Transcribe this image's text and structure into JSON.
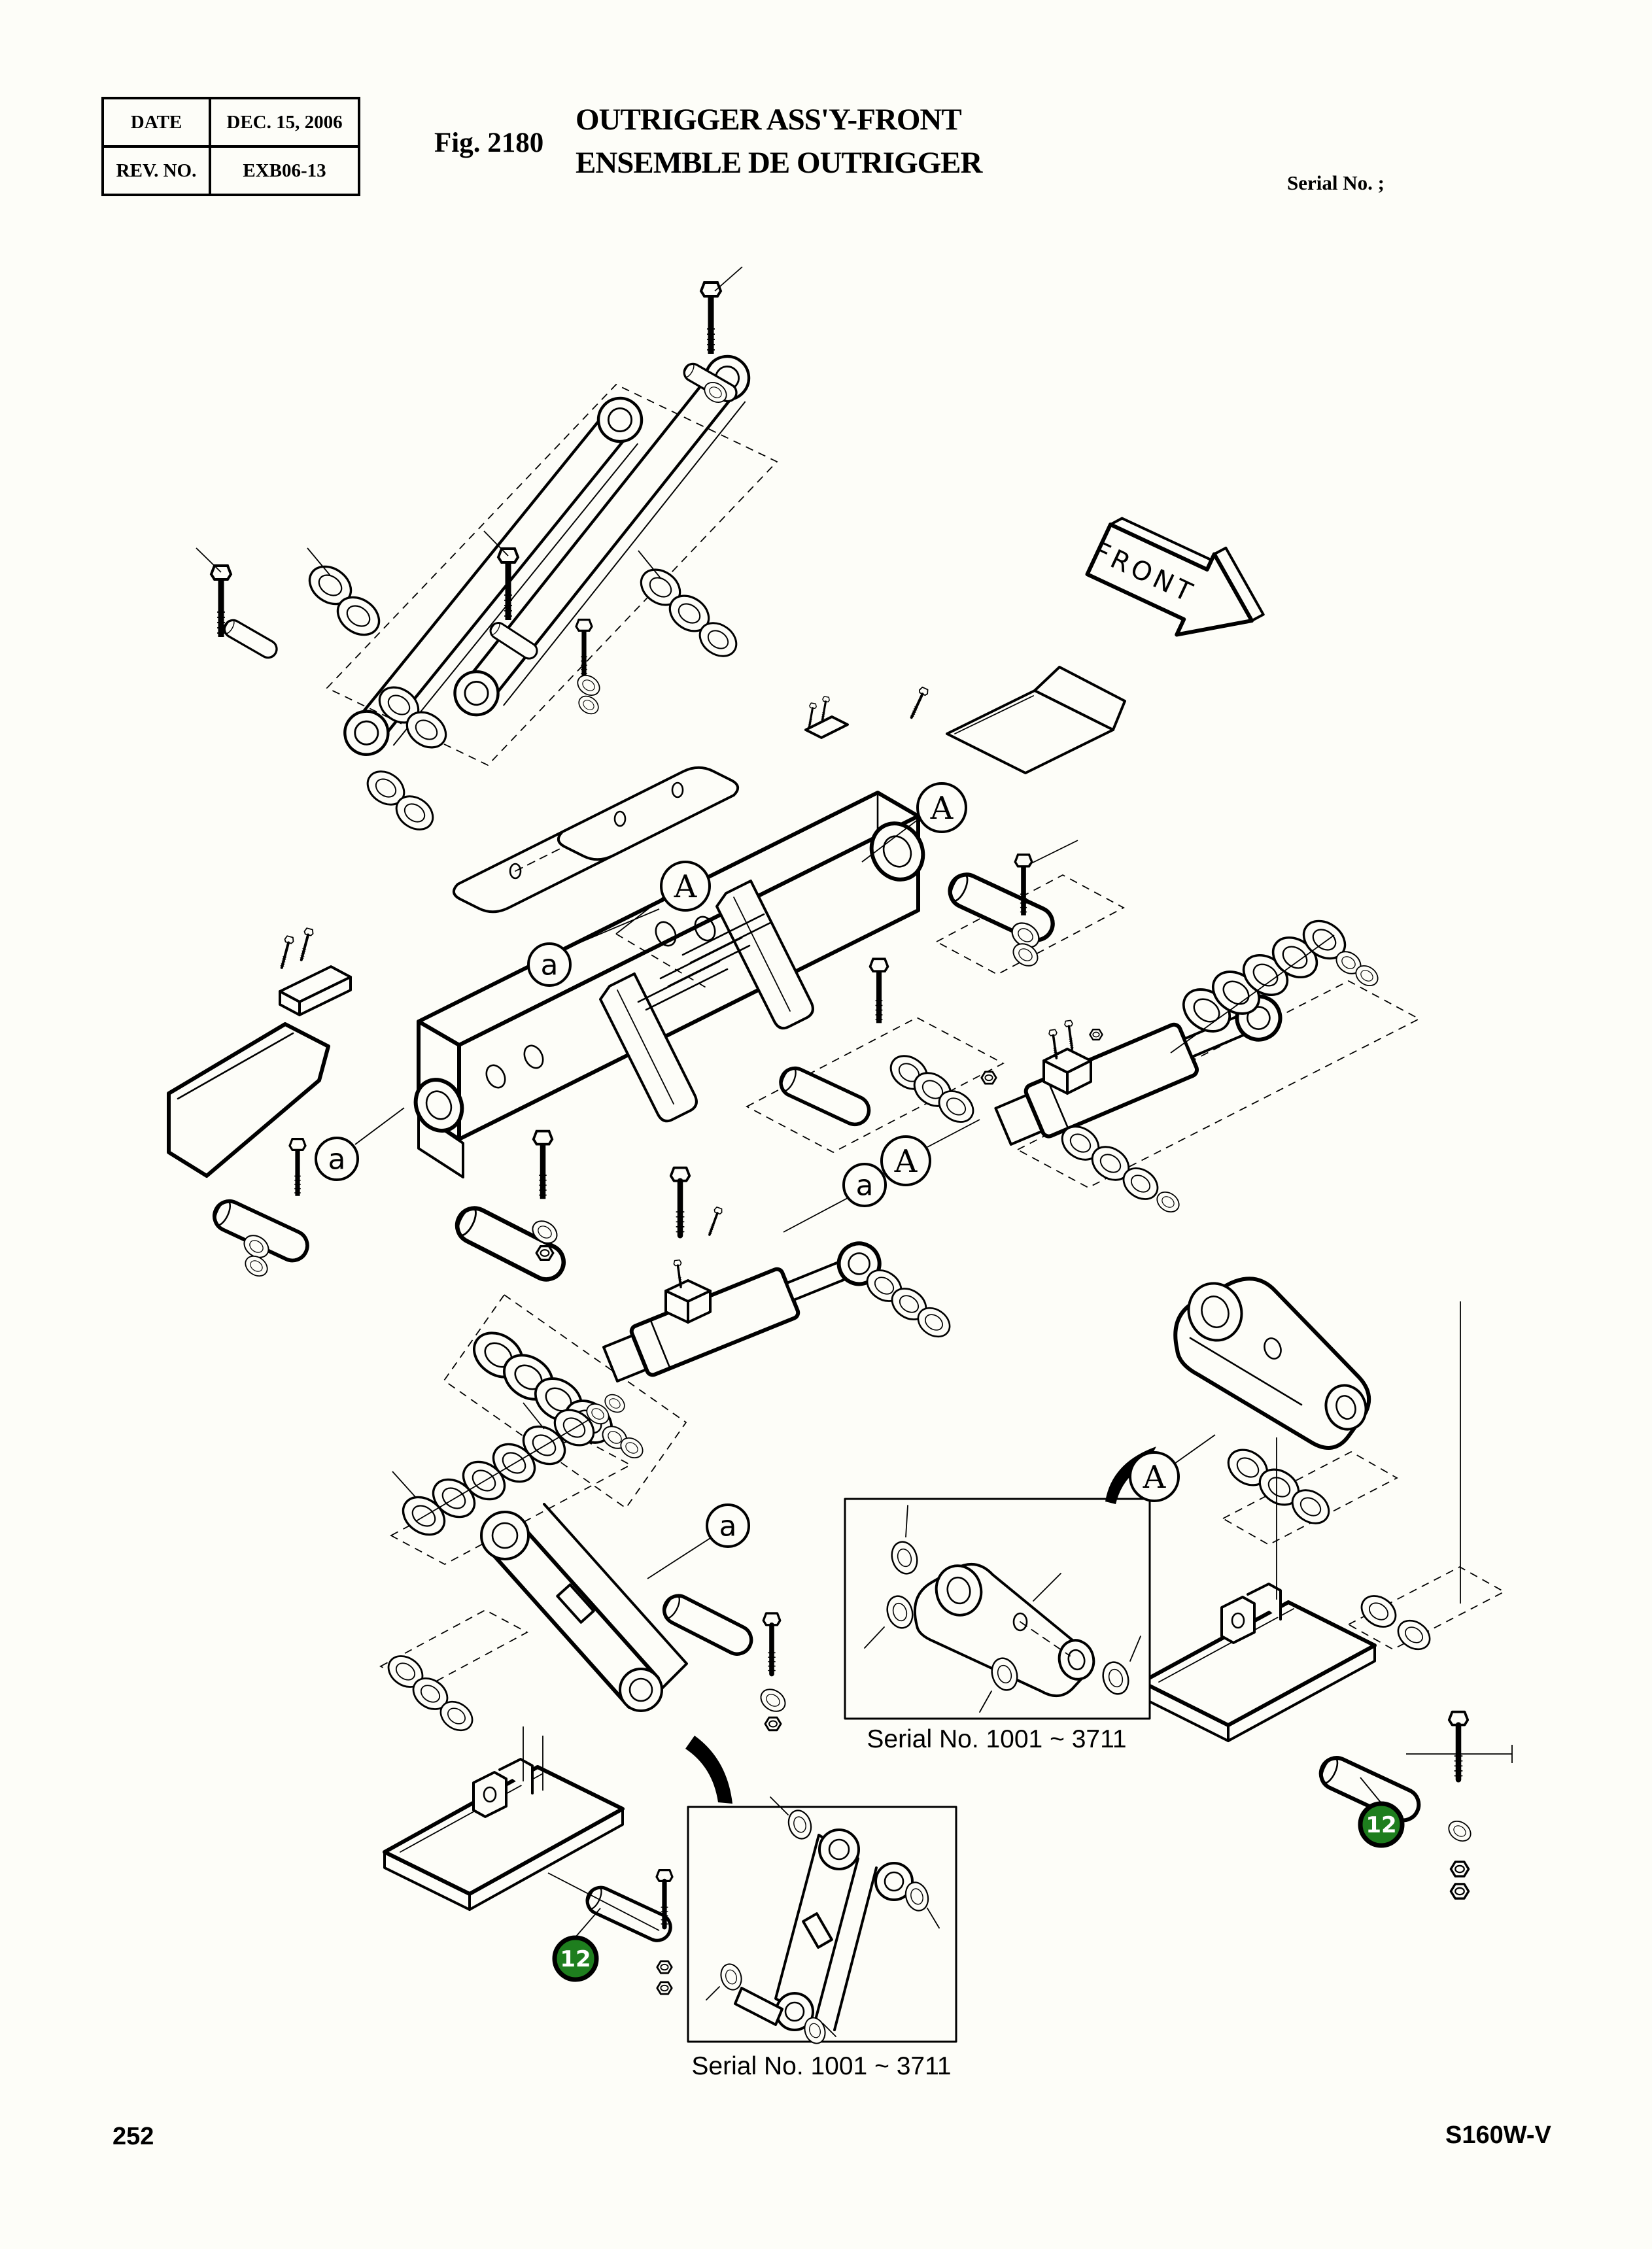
{
  "header": {
    "info_table": {
      "rows": [
        {
          "label": "DATE",
          "value": "DEC. 15, 2006"
        },
        {
          "label": "REV. NO.",
          "value": "EXB06-13"
        }
      ]
    },
    "figure_label": "Fig. 2180",
    "title_line1": "OUTRIGGER ASS'Y-FRONT",
    "title_line2": "ENSEMBLE DE OUTRIGGER",
    "serial_note": "Serial No. ;"
  },
  "diagram": {
    "front_arrow_label": "FRONT",
    "badge_color": "#1e7e1e",
    "callouts": [
      {
        "label": "A"
      },
      {
        "label": "A"
      },
      {
        "label": "a"
      },
      {
        "label": "a"
      },
      {
        "label": "A"
      },
      {
        "label": "a"
      },
      {
        "label": "A"
      },
      {
        "label": "a"
      }
    ],
    "part_badges": [
      {
        "number": "12"
      },
      {
        "number": "12"
      }
    ],
    "insets": [
      {
        "caption": "Serial No. 1001 ~ 3711"
      },
      {
        "caption": "Serial No. 1001 ~ 3711"
      }
    ]
  },
  "footer": {
    "page_number": "252",
    "model_code": "S160W-V"
  }
}
